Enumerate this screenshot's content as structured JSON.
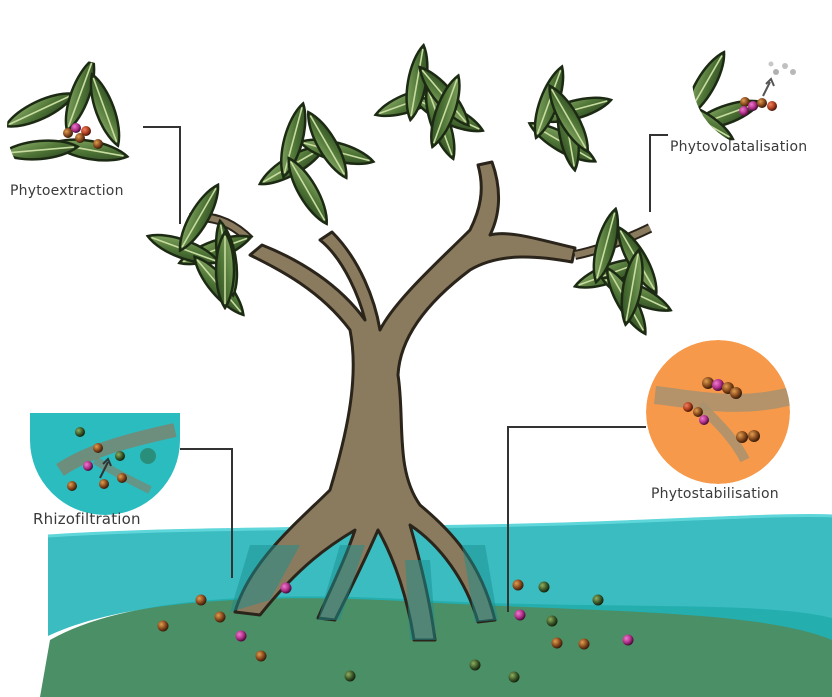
{
  "labels": {
    "phytoextraction": "Phytoextraction",
    "phytovolatalisation": "Phytovolatalisation",
    "rhizofiltration": "Rhizofiltration",
    "phytostabilisation": "Phytostabilisation"
  },
  "colors": {
    "water": "#1fb3b8",
    "water_dark": "#159ea3",
    "soil": "#4b8f66",
    "trunk": "#8a7b5f",
    "trunk_outline": "#2a241a",
    "leaf_dark": "#2f4f25",
    "leaf_light": "#7fa35a",
    "stabilisation_circle": "#f7994a",
    "connector": "#333333",
    "particle_metal": "#8a4a1e",
    "particle_magenta": "#b0308a",
    "particle_green": "#3d5a2a"
  }
}
